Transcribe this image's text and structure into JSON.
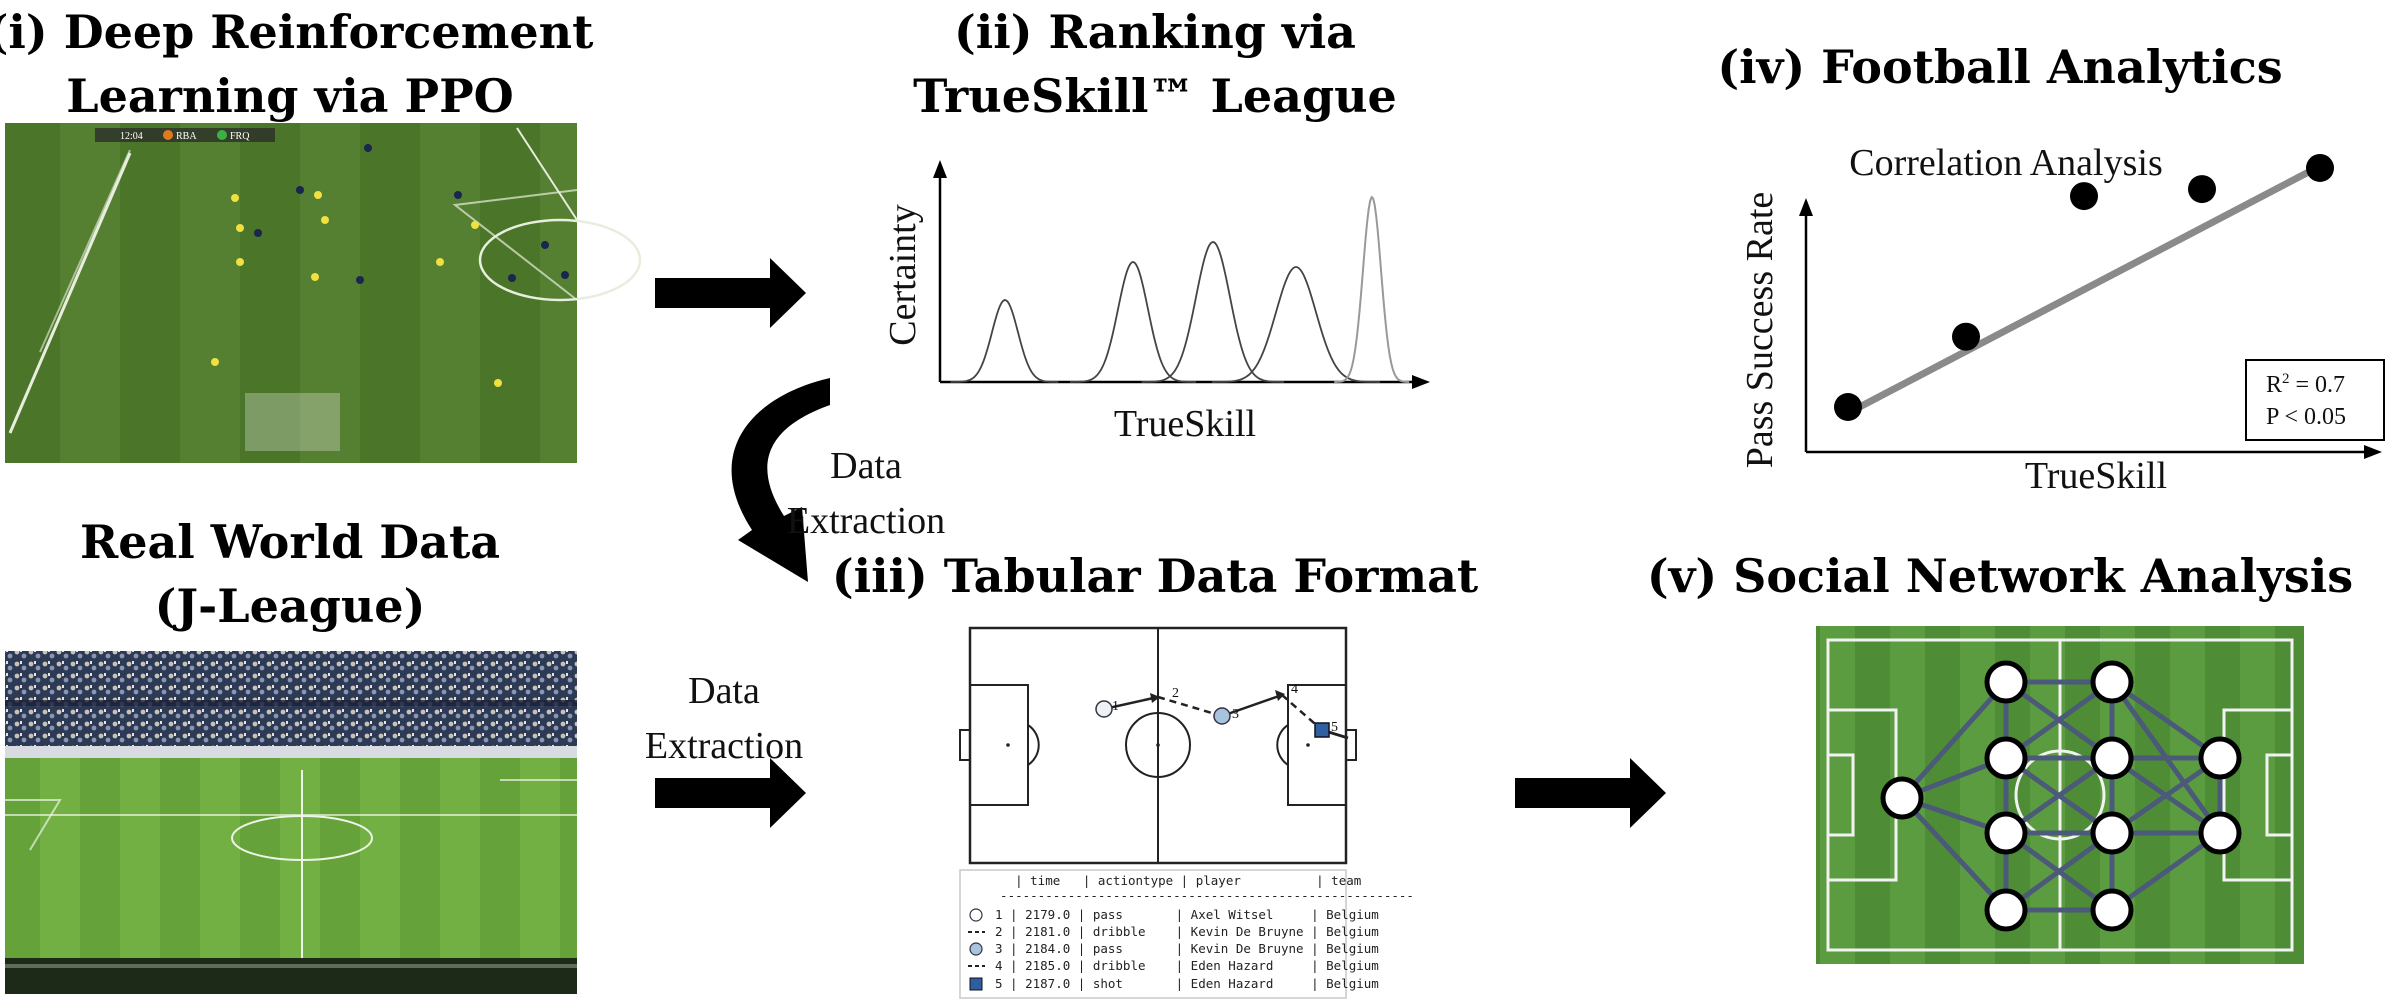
{
  "titles": {
    "rl_line1": "(i) Deep Reinforcement",
    "rl_line2": "Learning via PPO",
    "rw_line1": "Real World Data",
    "rw_line2": "(J-League)",
    "rank_line1": "(ii) Ranking via",
    "rank_line2": "TrueSkill™ League",
    "tab": "(iii) Tabular Data Format",
    "analytics": "(iv) Football Analytics",
    "sna": "(v) Social Network Analysis"
  },
  "arrows": {
    "extract1_line1": "Data",
    "extract1_line2": "Extraction",
    "extract2_line1": "Data",
    "extract2_line2": "Extraction"
  },
  "ranking_plot": {
    "ylabel": "Certainty",
    "xlabel": "TrueSkill"
  },
  "analytics_plot": {
    "title": "Correlation Analysis",
    "ylabel": "Pass Success Rate",
    "xlabel": "TrueSkill",
    "stat_r2_base": "R",
    "stat_r2_sup": "2",
    "stat_r2_val": " = 0.7",
    "stat_p": "P < 0.05"
  },
  "chart_data": {
    "type": "scatter",
    "x": [
      1,
      2,
      3,
      4,
      5
    ],
    "y": [
      1,
      2,
      4,
      4.1,
      4.4
    ]
  },
  "game_hud": {
    "score_left": "RBA",
    "score_right": "FRQ",
    "clock": "12:04"
  },
  "table": {
    "header": "    | time   | actiontype | player          | team",
    "divider": "  -------------------------------------------------------",
    "rows": [
      "1 | 2179.0 | pass       | Axel Witsel     | Belgium",
      "2 | 2181.0 | dribble    | Kevin De Bruyne | Belgium",
      "3 | 2184.0 | pass       | Kevin De Bruyne | Belgium",
      "4 | 2185.0 | dribble    | Eden Hazard     | Belgium",
      "5 | 2187.0 | shot       | Eden Hazard     | Belgium"
    ]
  },
  "pitch_labels": [
    "1",
    "2",
    "3",
    "4",
    "5"
  ],
  "colors": {
    "grass_dark": "#4f7a2d",
    "grass_light": "#5f8c37",
    "stadium_grass": "#6fab3e",
    "network_edge": "#4a5a78",
    "marker_fill": "#a8c4dc",
    "shot_fill": "#2f5f9f",
    "regression_line": "#8a8a8a"
  }
}
